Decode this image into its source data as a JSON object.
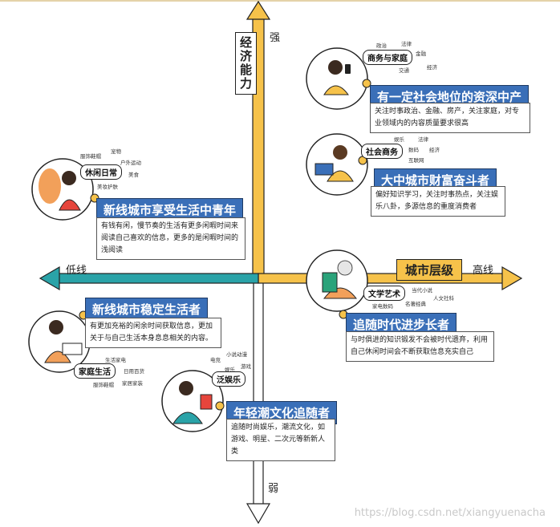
{
  "axes": {
    "y_label": "经济能力",
    "y_top": "强",
    "y_bottom": "弱",
    "x_label": "城市层级",
    "x_right": "高线",
    "x_left": "低线"
  },
  "personas": [
    {
      "title": "有一定社会地位的资深中产",
      "tag": "商务与家庭",
      "description": "关注时事政治、金融、房产，关注家庭，对专业领域内的内容质量要求很高",
      "keywords": [
        "政治",
        "法律",
        "金融",
        "交通",
        "经济"
      ]
    },
    {
      "title": "大中城市财富奋斗者",
      "tag": "社会商务",
      "description": "偏好知识学习，关注时事热点，关注娱乐八卦，多源信息的重度消费者",
      "keywords": [
        "娱乐",
        "法律",
        "数码",
        "经济",
        "互联网"
      ]
    },
    {
      "title": "新线城市享受生活中青年",
      "tag": "休闲日常",
      "description": "有钱有闲，慢节奏的生活有更多闲暇时间来阅读自己喜欢的信息，更多的是闲暇时间的浅阅读",
      "keywords": [
        "宠物",
        "服饰鞋帽",
        "户外运动",
        "美食",
        "美妆护肤"
      ]
    },
    {
      "title": "追随时代进步长者",
      "tag": "文学艺术",
      "description": "与时俱进的知识锻发不会被时代遗弃，利用自己休闲时间会不断获取信息充实自己",
      "keywords": [
        "当代小说",
        "人文社科",
        "家电数码",
        "名著经典"
      ]
    },
    {
      "title": "新线城市稳定生活者",
      "tag": "家庭生活",
      "description": "有更加充裕的闲余时间获取信息，更加关于与自己生活本身息息相关的内容。",
      "keywords": [
        "生活家电",
        "日用百货",
        "服饰鞋帽",
        "家居家装"
      ]
    },
    {
      "title": "年轻潮文化追随者",
      "tag": "泛娱乐",
      "description": "追随时尚娱乐，潮流文化，如游戏、明星、二次元等新新人类",
      "keywords": [
        "小说动漫",
        "电竞",
        "娱乐",
        "游戏"
      ]
    }
  ],
  "watermark": "https://blog.csdn.net/xiangyuenacha",
  "colors": {
    "vertical_axis": "#f6c24a",
    "horizontal_axis_right": "#f6c24a",
    "horizontal_axis_left": "#2aa3a8",
    "down_arrow": "#ffffff",
    "title_bar": "#3a6fb8",
    "accent": "#f6c24a"
  }
}
